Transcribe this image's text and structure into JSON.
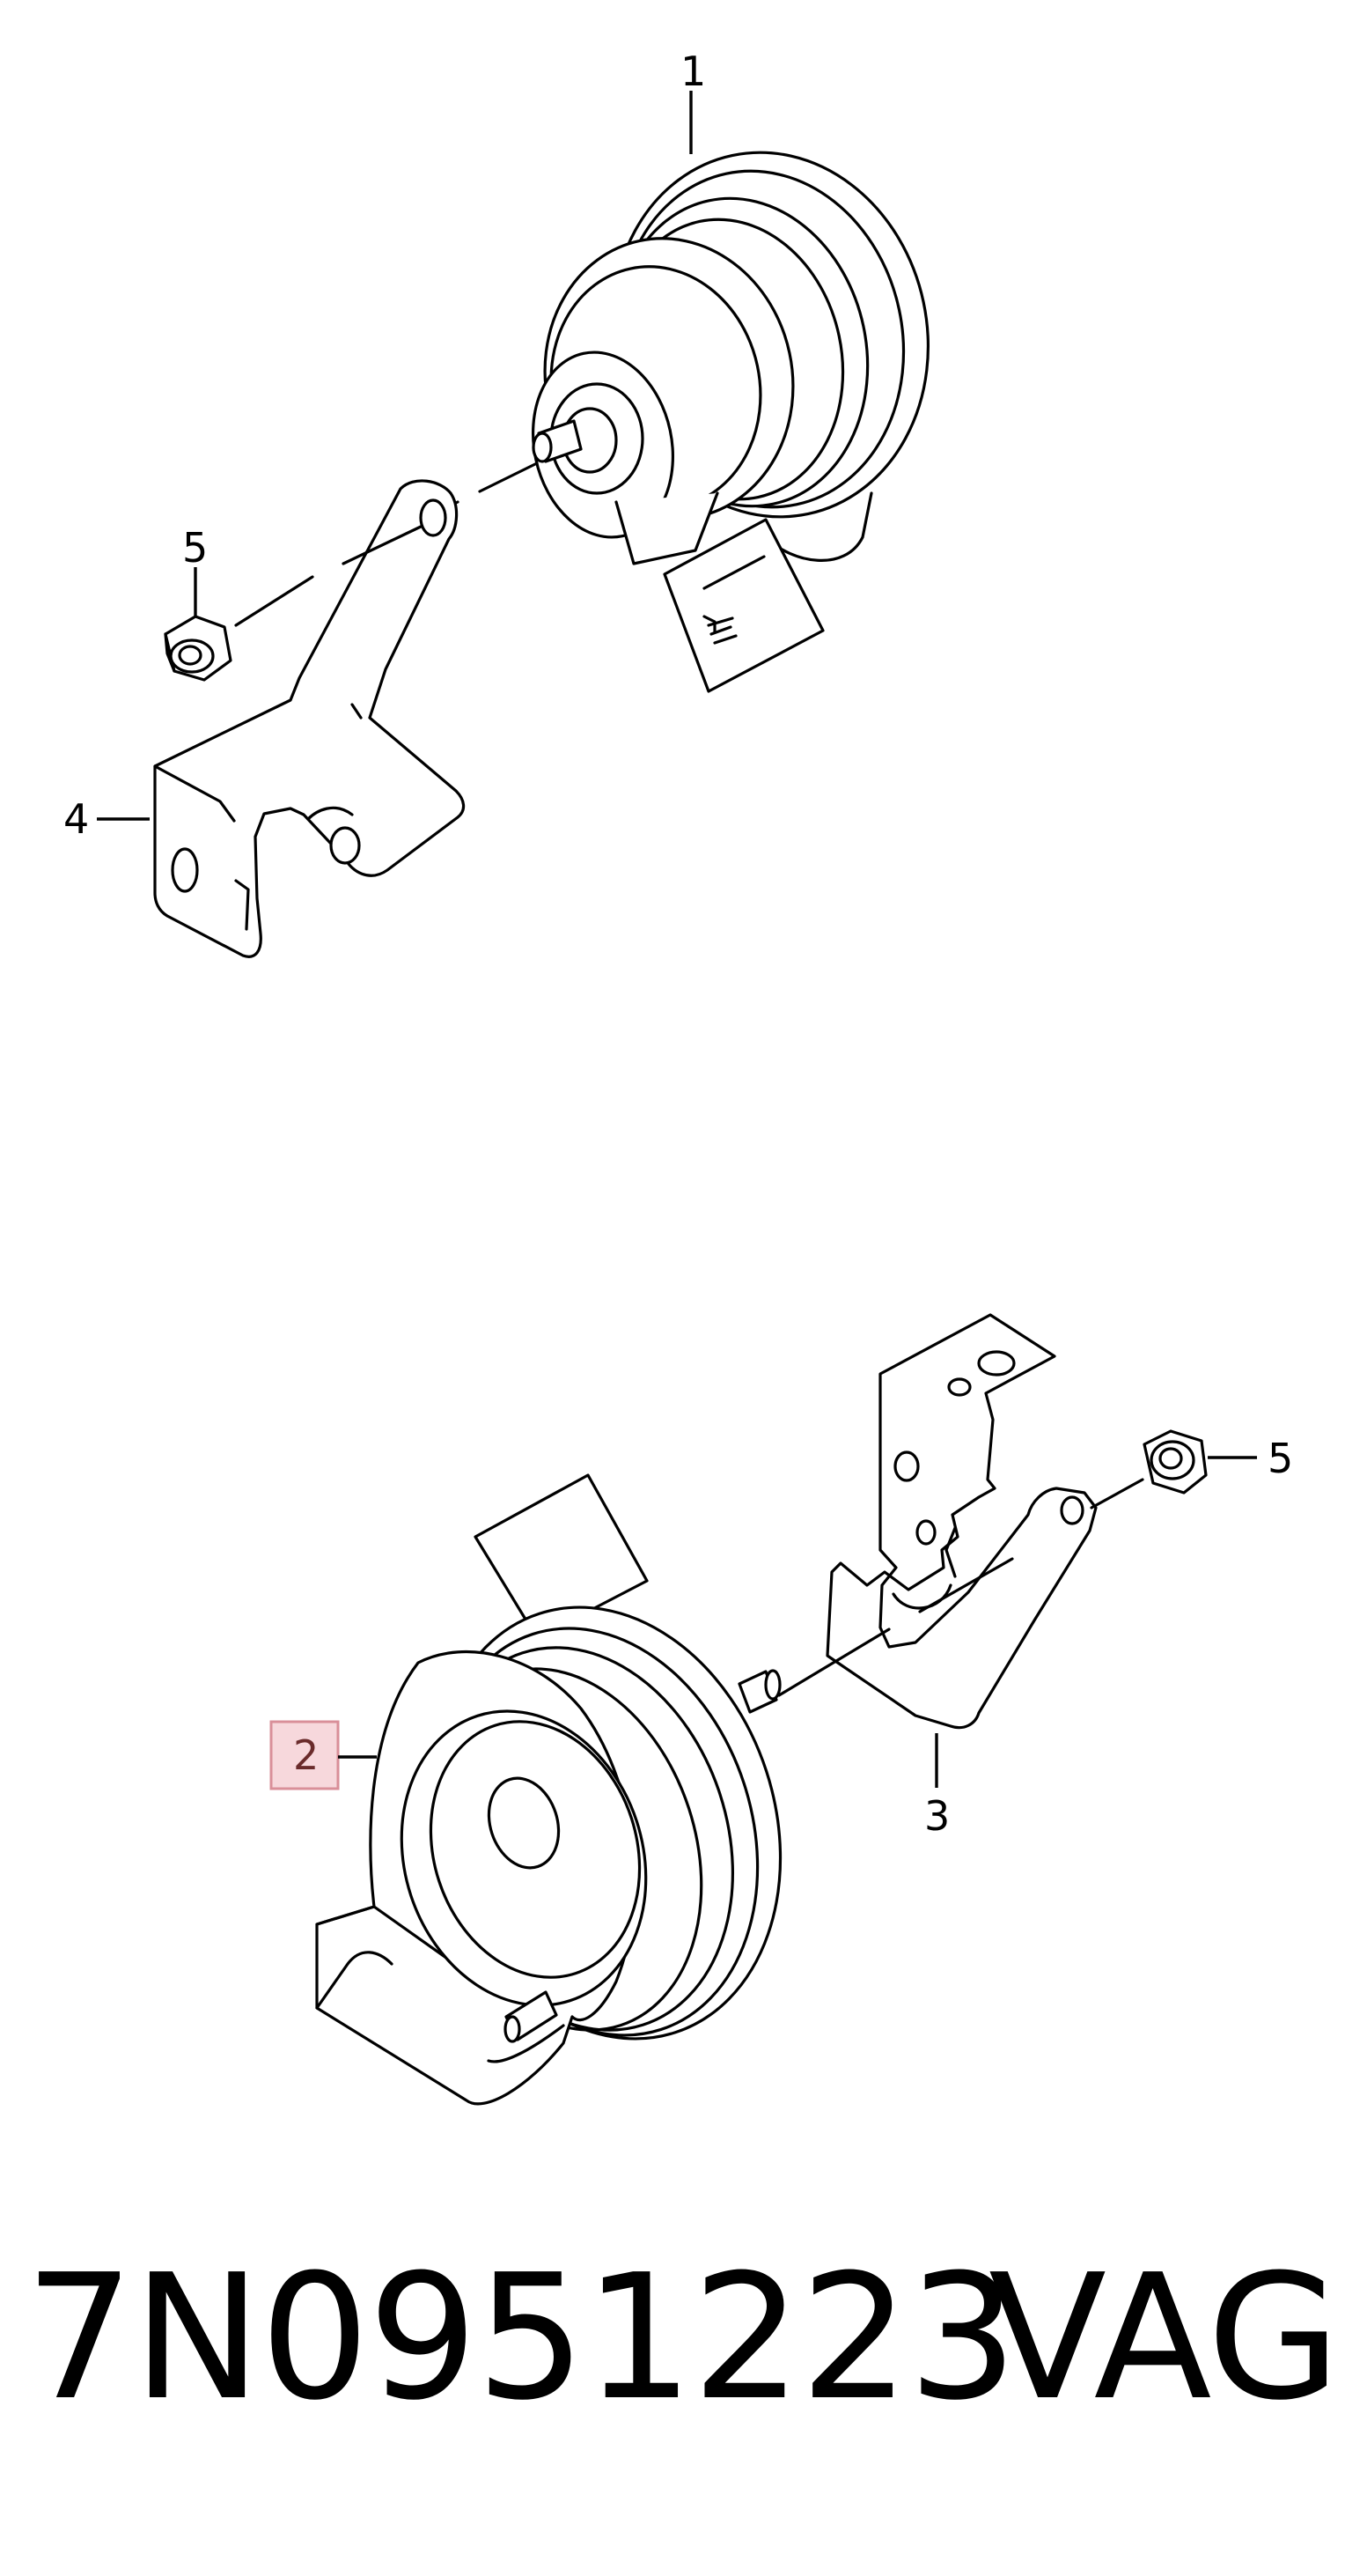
{
  "callouts": {
    "top": {
      "horn": "1",
      "nut": "5",
      "bracket": "4"
    },
    "bottom": {
      "horn_highlighted": "2",
      "nut": "5",
      "bracket": "3"
    }
  },
  "footer": {
    "part_number": "7N0951223",
    "brand": "VAG"
  },
  "colors": {
    "line": "#000000",
    "highlight_fill": "#f7d8dc",
    "highlight_border": "#d98f99",
    "highlight_text": "#6a2b2b"
  }
}
